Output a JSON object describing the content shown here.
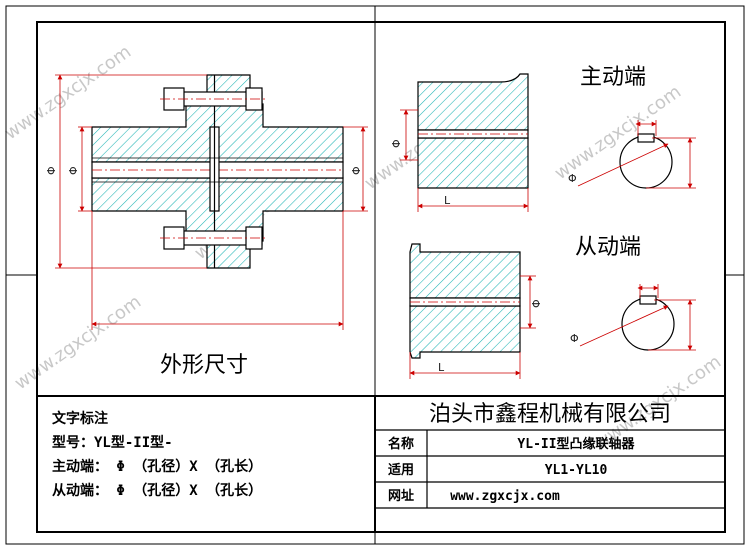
{
  "watermark": "www.zgxcjx.com",
  "labels": {
    "outline_dimensions": "外形尺寸",
    "driving_end": "主动端",
    "driven_end": "从动端",
    "dia": "Φ",
    "length": "L"
  },
  "marking": {
    "title": "文字标注",
    "model_line": "型号：YL型-II型-",
    "driving_line": "主动端：  Φ     （孔径）X        （孔长）",
    "driven_line": "从动端：  Φ     （孔径）X        （孔长）"
  },
  "title_block": {
    "company": "泊头市鑫程机械有限公司",
    "rows": [
      {
        "label": "名称",
        "value": "YL-II型凸缘联轴器"
      },
      {
        "label": "适用",
        "value": "YL1-YL10"
      },
      {
        "label": "网址",
        "value": "www.zgxcjx.com"
      }
    ]
  },
  "colors": {
    "hatch": "#1fb5b5",
    "dimension": "#cc0000",
    "border": "#000000"
  }
}
